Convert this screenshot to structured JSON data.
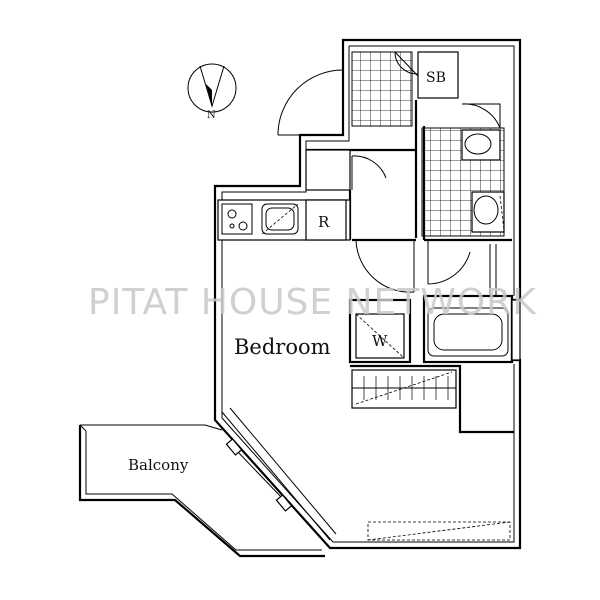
{
  "rooms": {
    "bedroom_label": "Bedroom",
    "balcony_label": "Balcony",
    "shoebox_label": "SB",
    "refrigerator_label": "R",
    "washer_label": "W"
  },
  "compass": {
    "north_label": "N"
  },
  "watermark": {
    "text": "PITAT HOUSE NETWORK"
  },
  "colors": {
    "background": "#ffffff",
    "lines": "#000000",
    "watermark": "#c8c8c8"
  }
}
